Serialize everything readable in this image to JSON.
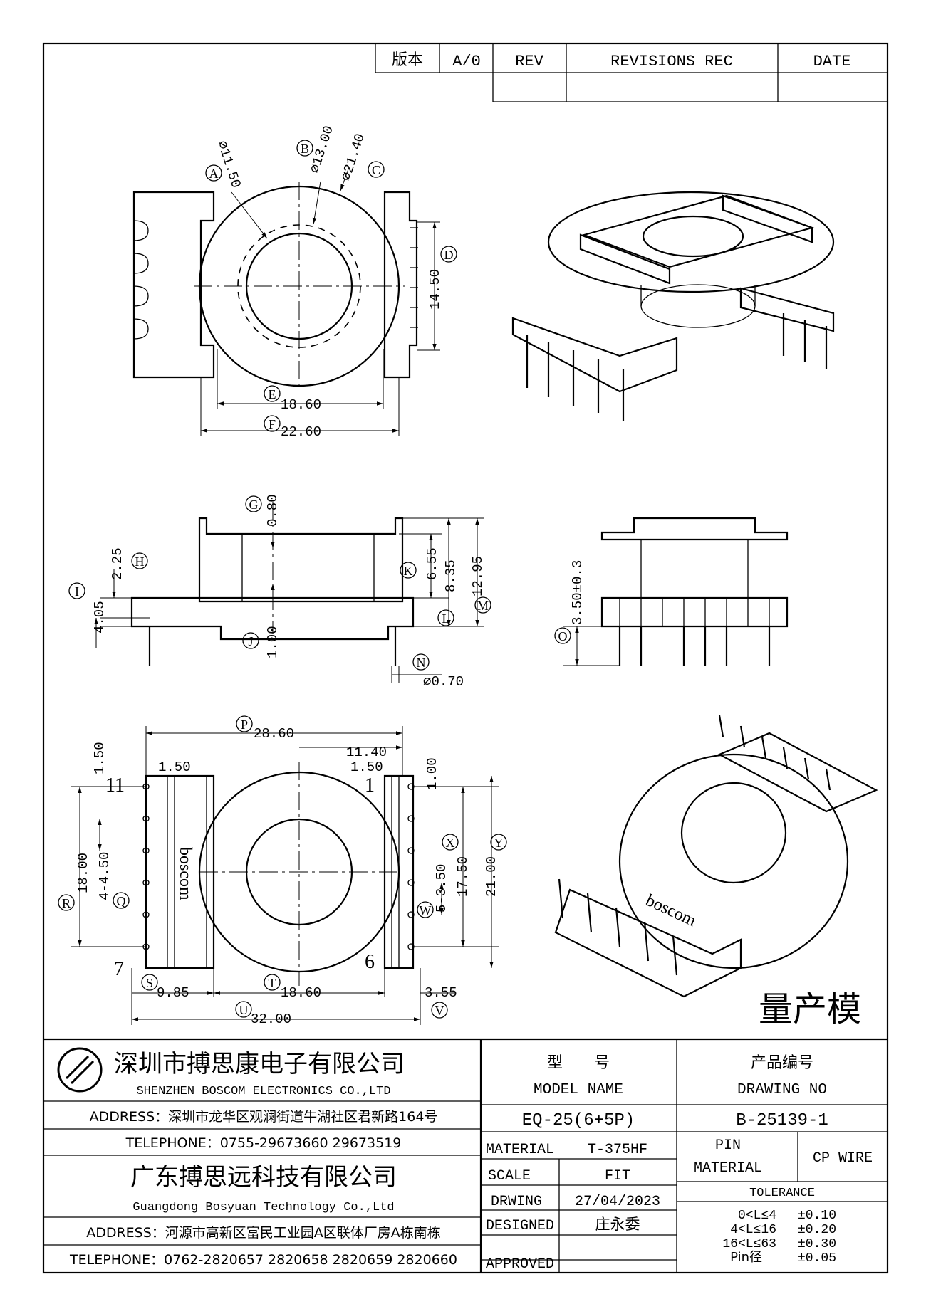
{
  "revision_table": {
    "version_label": "版本",
    "version_value": "A/0",
    "rev_label": "REV",
    "revisions_label": "REVISIONS REC",
    "date_label": "DATE"
  },
  "top_view": {
    "callouts": {
      "A": {
        "letter": "A",
        "text": "⌀11.50"
      },
      "B": {
        "letter": "B",
        "text": "⌀13.00"
      },
      "C": {
        "letter": "C",
        "text": "⌀21.40"
      },
      "D": {
        "letter": "D",
        "text": "14.50"
      },
      "E": {
        "letter": "E",
        "text": "18.60"
      },
      "F": {
        "letter": "F",
        "text": "22.60"
      }
    }
  },
  "side_view": {
    "callouts": {
      "G": {
        "letter": "G",
        "text": "0.80"
      },
      "H": {
        "letter": "H",
        "text": "2.25"
      },
      "I": {
        "letter": "I",
        "text": "4.05"
      },
      "J": {
        "letter": "J",
        "text": "1.00"
      },
      "K": {
        "letter": "K",
        "text": "6.55"
      },
      "L": {
        "letter": "L",
        "text": "8.35"
      },
      "M": {
        "letter": "M",
        "text": "12.95"
      },
      "N": {
        "letter": "N",
        "text": "⌀0.70"
      }
    }
  },
  "front_view": {
    "callouts": {
      "O": {
        "letter": "O",
        "text": "3.50±0.3"
      }
    }
  },
  "bottom_view": {
    "callouts": {
      "P": {
        "letter": "P",
        "text": "28.60"
      },
      "Q": {
        "letter": "Q",
        "text": "4-4.50"
      },
      "R": {
        "letter": "R",
        "text": "18.00"
      },
      "S": {
        "letter": "S",
        "text": "9.85"
      },
      "T": {
        "letter": "T",
        "text": "18.60"
      },
      "U": {
        "letter": "U",
        "text": "32.00"
      },
      "V": {
        "letter": "V",
        "text": "3.55"
      },
      "W": {
        "letter": "W",
        "text": "5-3.50"
      },
      "X": {
        "letter": "X",
        "text": "17.50"
      },
      "Y": {
        "letter": "Y",
        "text": "21.00"
      }
    },
    "dims": {
      "d1150": "11.40",
      "d150a": "1.50",
      "d150b": "1.50",
      "d150c": "1.50",
      "d100": "1.00"
    },
    "pin_labels": {
      "p11": "11",
      "p1": "1",
      "p7": "7",
      "p6": "6"
    },
    "logo_text": "boscom"
  },
  "stamp": "量产模",
  "title_block": {
    "company1_cn": "深圳市搏思康电子有限公司",
    "company1_en": "SHENZHEN BOSCOM ELECTRONICS CO.,LTD",
    "address1": "ADDRESS：深圳市龙华区观澜街道牛湖社区君新路164号",
    "telephone1": "TELEPHONE：0755-29673660 29673519",
    "company2_cn": "广东搏思远科技有限公司",
    "company2_en": "Guangdong Bosyuan Technology Co.,Ltd",
    "address2": "ADDRESS：河源市高新区富民工业园A区联体厂房A栋南栋",
    "telephone2": "TELEPHONE：0762-2820657 2820658 2820659 2820660",
    "model_name_cn": "型　　号",
    "model_name_en": "MODEL NAME",
    "model_value": "EQ-25(6+5P)",
    "drawing_no_cn": "产品编号",
    "drawing_no_en": "DRAWING NO",
    "drawing_no_value": "B-25139-1",
    "material_label": "MATERIAL",
    "material_value": "T-375HF",
    "pin_material_label_1": "PIN",
    "pin_material_label_2": "MATERIAL",
    "pin_material_value": "CP WIRE",
    "scale_label": "SCALE",
    "scale_value": "FIT",
    "drawing_label": "DRWING",
    "drawing_date": "27/04/2023",
    "designed_label": "DESIGNED",
    "designed_value": "庄永委",
    "approved_label": "APPROVED",
    "approved_value": "",
    "tolerance_label": "TOLERANCE",
    "tolerance_rows": [
      {
        "range": "0<L≤4",
        "value": "±0.10"
      },
      {
        "range": "4<L≤16",
        "value": "±0.20"
      },
      {
        "range": "16<L≤63",
        "value": "±0.30"
      },
      {
        "range": "Pin径",
        "value": "±0.05"
      }
    ]
  }
}
